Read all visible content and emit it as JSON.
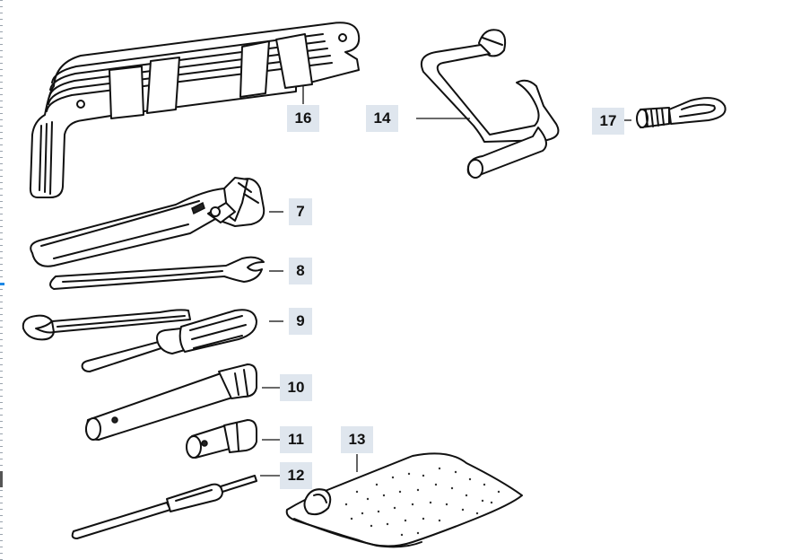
{
  "parts": [
    {
      "number": "16",
      "item": "tool-roll"
    },
    {
      "number": "14",
      "item": "wheel-brace"
    },
    {
      "number": "17",
      "item": "towing-eye"
    },
    {
      "number": "7",
      "item": "pliers"
    },
    {
      "number": "8",
      "item": "open-end-wrench"
    },
    {
      "number": "9",
      "item": "screwdriver"
    },
    {
      "number": "10",
      "item": "box-spanner"
    },
    {
      "number": "11",
      "item": "spark-plug-socket"
    },
    {
      "number": "12",
      "item": "tommy-bar"
    },
    {
      "number": "13",
      "item": "cloth-bag"
    }
  ],
  "colors": {
    "callout_bg": "#dfe6ee",
    "line": "#111111",
    "accent_tick": "#1e88e5"
  }
}
